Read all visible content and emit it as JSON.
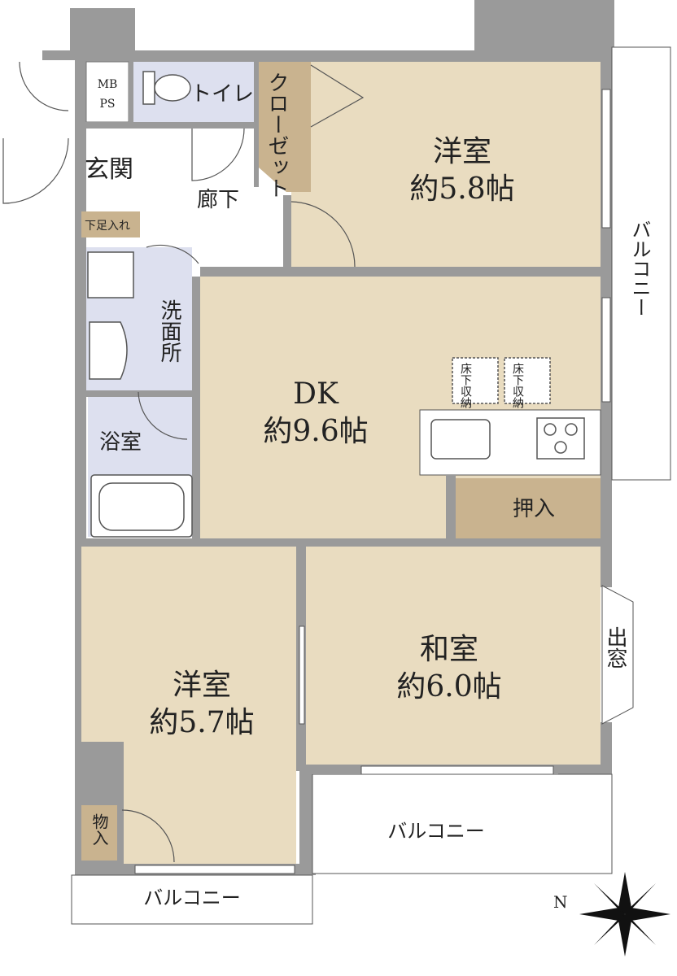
{
  "rooms": {
    "western_room_1": {
      "name": "洋室",
      "size": "約5.8帖"
    },
    "dk": {
      "name": "DK",
      "size": "約9.6帖"
    },
    "japanese_room": {
      "name": "和室",
      "size": "約6.0帖"
    },
    "western_room_2": {
      "name": "洋室",
      "size": "約5.7帖"
    }
  },
  "labels": {
    "mb_ps_line1": "MB",
    "mb_ps_line2": "PS",
    "toilet": "トイレ",
    "closet": "クローゼット",
    "entrance": "玄関",
    "shoe_storage": "下足入れ",
    "hallway": "廊下",
    "washroom": "洗面所",
    "bathroom": "浴室",
    "underfloor_1": "床下収納",
    "underfloor_2": "床下収納",
    "oshiire": "押入",
    "storage": "物入",
    "bay_window": "出窓",
    "balcony_east": "バルコニー",
    "balcony_south": "バルコニー",
    "balcony_west": "バルコニー",
    "north_marker": "N"
  },
  "colors": {
    "room_fill": "#e9dcc0",
    "wet_area_fill": "#dde0ef",
    "storage_fill": "#c9b38f",
    "wall": "#9a9a9a",
    "floor_white": "#ffffff"
  }
}
